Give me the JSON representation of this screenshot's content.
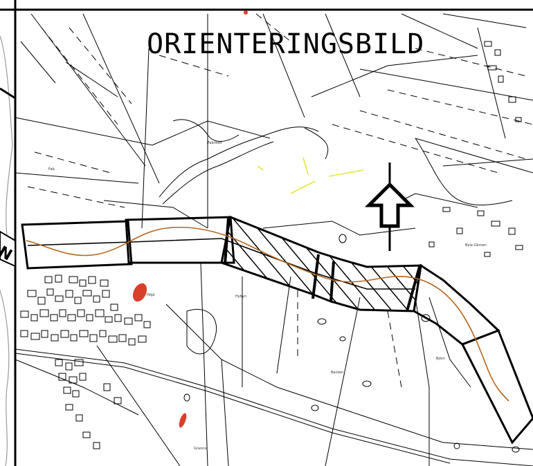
{
  "map": {
    "title": "ORIENTERINGSBILD",
    "edge_label": "N",
    "small_labels": [
      "Fab.",
      "Höjd",
      "Fabriken",
      "Hybyn",
      "Björn",
      "Byle-Gkrnen",
      "Backen",
      "Grannia"
    ],
    "colors": {
      "ink": "#000000",
      "route": "#b5651d",
      "marker": "#d9402a",
      "accent": "#e5e542",
      "border": "#9a9a9a"
    },
    "north_arrow_icon": "north-arrow-icon"
  }
}
